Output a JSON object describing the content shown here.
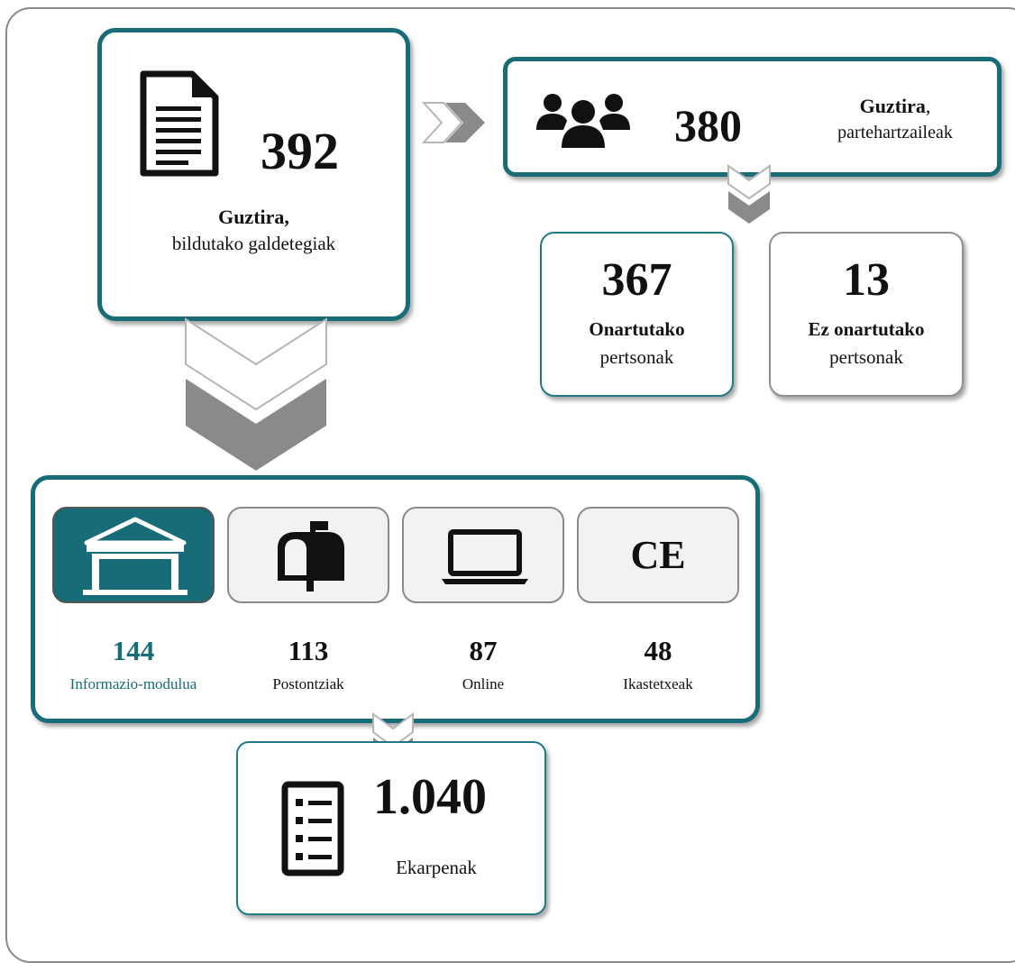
{
  "total_questionnaires": {
    "number": "392",
    "title": "Guztira,",
    "subtitle": "bildutako galdetegiak",
    "icon": "document-icon"
  },
  "participants": {
    "number": "380",
    "title": "Guztira",
    "title_suffix": ",",
    "subtitle": "partehartzaileak",
    "icon": "people-icon"
  },
  "accepted": {
    "number": "367",
    "title": "Onartutako",
    "subtitle": "pertsonak"
  },
  "rejected": {
    "number": "13",
    "title": "Ez onartutako",
    "subtitle": "pertsonak"
  },
  "channels": [
    {
      "number": "144",
      "label": "Informazio-modulua",
      "icon": "pavilion-icon",
      "active": true
    },
    {
      "number": "113",
      "label": "Postontziak",
      "icon": "mailbox-icon",
      "active": false
    },
    {
      "number": "87",
      "label": "Online",
      "icon": "laptop-icon",
      "active": false
    },
    {
      "number": "48",
      "label": "Ikastetxeak",
      "icon_text": "CE",
      "active": false
    }
  ],
  "contributions": {
    "number": "1.040",
    "label": "Ekarpenak",
    "icon": "list-icon"
  },
  "colors": {
    "teal": "#176c78",
    "grey_arrow": "#8a8a8a",
    "frame": "#8a8a8a"
  }
}
